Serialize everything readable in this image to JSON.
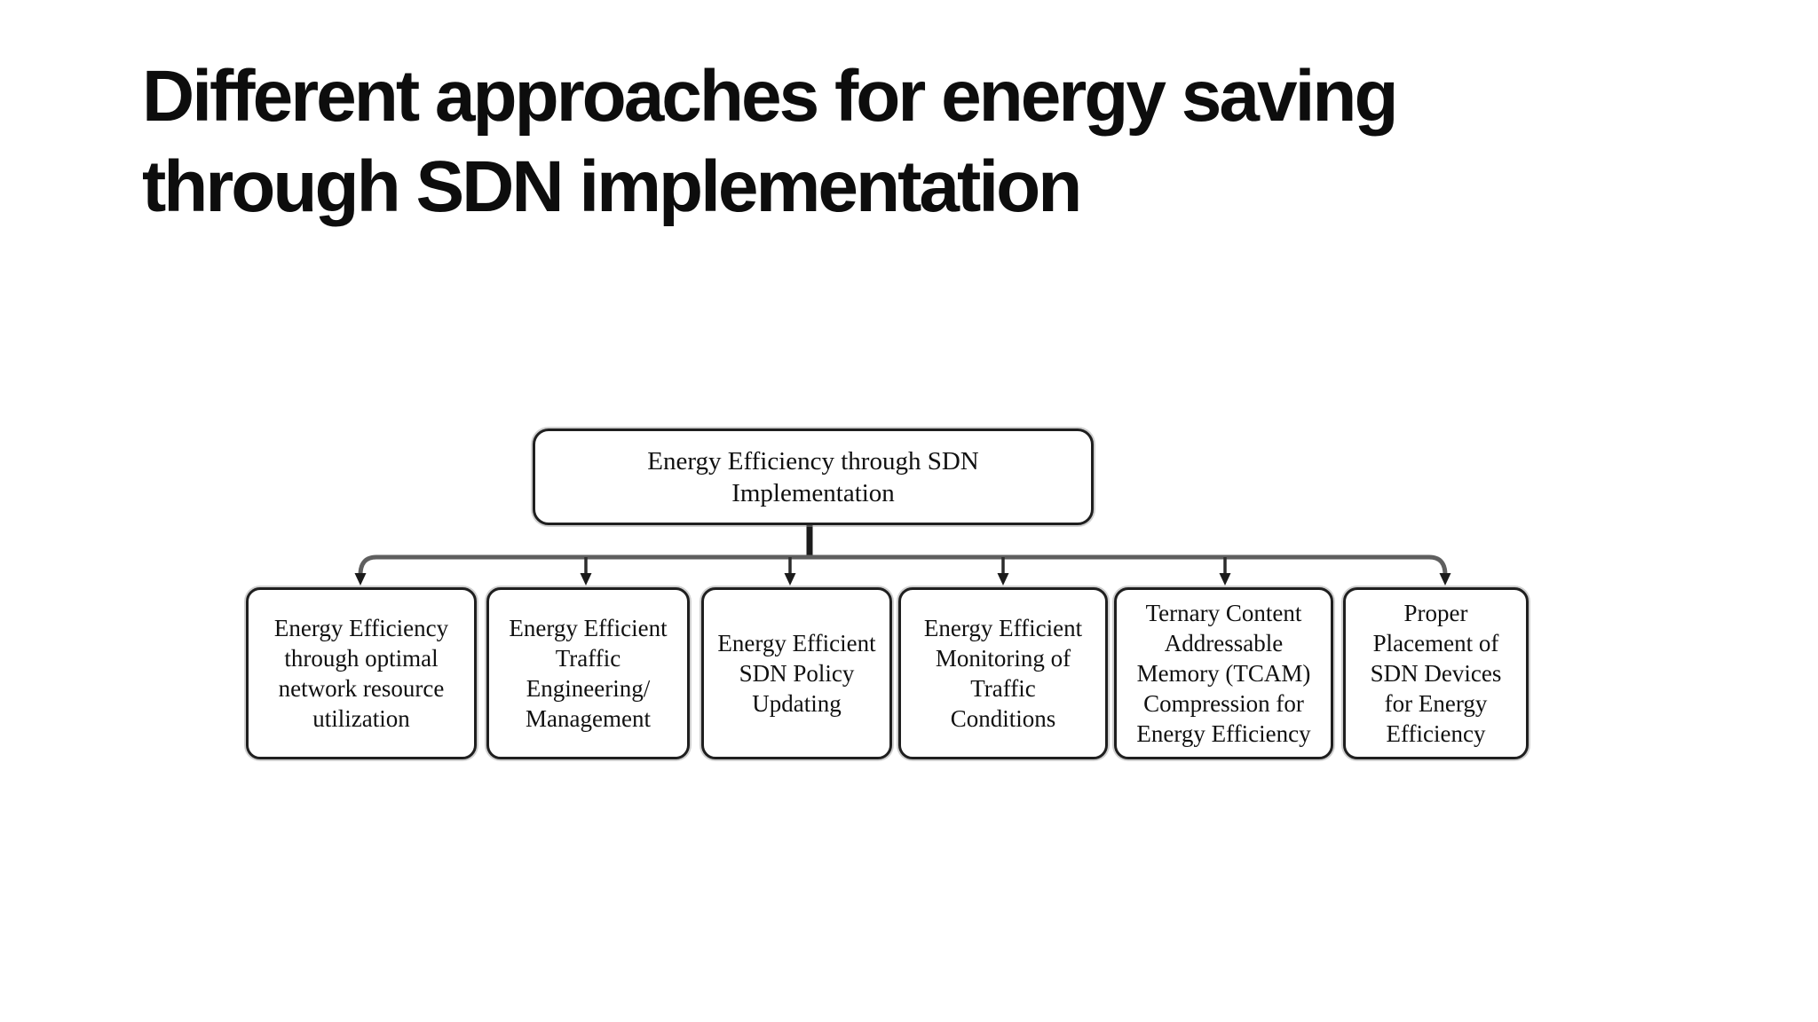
{
  "slide": {
    "title": "Different approaches for energy saving\nthrough SDN implementation"
  },
  "diagram": {
    "root": {
      "label": "Energy Efficiency through SDN\nImplementation"
    },
    "children": [
      {
        "label": "Energy Efficiency\nthrough optimal\nnetwork resource\nutilization"
      },
      {
        "label": "Energy Efficient\nTraffic\nEngineering/\nManagement"
      },
      {
        "label": "Energy Efficient\nSDN Policy\nUpdating"
      },
      {
        "label": "Energy Efficient\nMonitoring of\nTraffic\nConditions"
      },
      {
        "label": "Ternary Content\nAddressable\nMemory (TCAM)\nCompression for\nEnergy Efficiency"
      },
      {
        "label": "Proper\nPlacement of\nSDN Devices\nfor Energy\nEfficiency"
      }
    ],
    "colors": {
      "background": "#ffffff",
      "box_fill": "#ffffff",
      "box_border": "#1f1f1f",
      "text": "#101010",
      "connector_stem": "#1b1b1b",
      "connector_bus": "#5f5f5f",
      "arrowhead": "#1b1b1b"
    }
  }
}
